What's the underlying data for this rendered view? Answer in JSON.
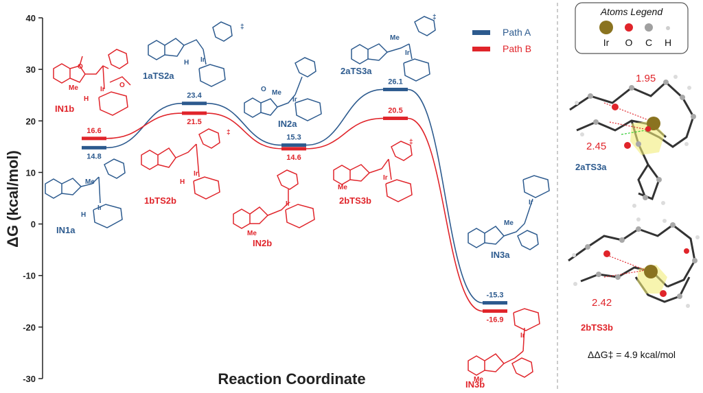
{
  "chart_data": {
    "type": "energy-profile",
    "ylabel": "ΔG (kcal/mol)",
    "xlabel": "Reaction Coordinate",
    "ylim": [
      -30,
      40
    ],
    "yticks": [
      40,
      30,
      20,
      10,
      0,
      -10,
      -20,
      -30
    ],
    "colors": {
      "A": "#2c5a8e",
      "B": "#e0242a"
    },
    "series": [
      {
        "key": "A",
        "name": "Path A",
        "points": [
          {
            "x": 1,
            "y": 14.8,
            "label": "14.8"
          },
          {
            "x": 2,
            "y": 23.4,
            "label": "23.4"
          },
          {
            "x": 3,
            "y": 15.3,
            "label": "15.3"
          },
          {
            "x": 4,
            "y": 26.1,
            "label": "26.1"
          },
          {
            "x": 5,
            "y": -15.3,
            "label": "-15.3"
          }
        ]
      },
      {
        "key": "B",
        "name": "Path B",
        "points": [
          {
            "x": 1,
            "y": 16.6,
            "label": "16.6"
          },
          {
            "x": 2,
            "y": 21.5,
            "label": "21.5"
          },
          {
            "x": 3,
            "y": 14.6,
            "label": "14.6"
          },
          {
            "x": 4,
            "y": 20.5,
            "label": "20.5"
          },
          {
            "x": 5,
            "y": -16.9,
            "label": "-16.9"
          }
        ]
      }
    ],
    "species_labels": [
      {
        "text": "IN1b",
        "path": "B"
      },
      {
        "text": "1aTS2a",
        "path": "A"
      },
      {
        "text": "IN2a",
        "path": "A"
      },
      {
        "text": "2aTS3a",
        "path": "A"
      },
      {
        "text": "IN1a",
        "path": "A"
      },
      {
        "text": "1bTS2b",
        "path": "B"
      },
      {
        "text": "IN2b",
        "path": "B"
      },
      {
        "text": "2bTS3b",
        "path": "B"
      },
      {
        "text": "IN3a",
        "path": "A"
      },
      {
        "text": "IN3b",
        "path": "B"
      }
    ],
    "structure_atom_labels": {
      "ir": "Ir",
      "o": "O",
      "h": "H",
      "me": "Me",
      "dagger": "‡"
    }
  },
  "legend": {
    "path_a": "Path A",
    "path_b": "Path B"
  },
  "atoms_legend": {
    "title": "Atoms Legend",
    "items": [
      {
        "symbol": "Ir",
        "color": "#8a7320"
      },
      {
        "symbol": "O",
        "color": "#e0242a"
      },
      {
        "symbol": "C",
        "color": "#9a9a9a"
      },
      {
        "symbol": "H",
        "color": "#d8d8d8"
      }
    ]
  },
  "models": {
    "top": {
      "name": "2aTS3a",
      "d1": "1.95",
      "d2": "2.45"
    },
    "bottom": {
      "name": "2bTS3b",
      "d1": "2.42"
    }
  },
  "ddg": "ΔΔG‡ = 4.9 kcal/mol"
}
